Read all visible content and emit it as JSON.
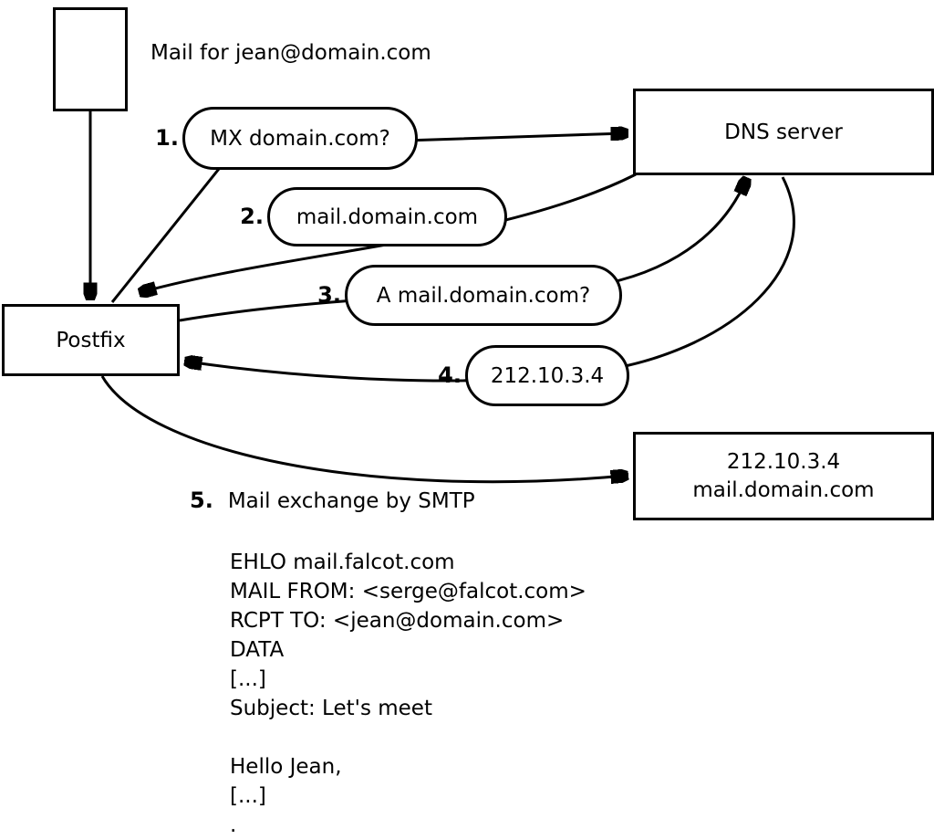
{
  "diagram": {
    "mail_label": "Mail for jean@domain.com",
    "postfix_label": "Postfix",
    "dns_label": "DNS server",
    "target_box": {
      "line1": "212.10.3.4",
      "line2": "mail.domain.com"
    },
    "steps": [
      {
        "num": "1.",
        "label": "MX domain.com?"
      },
      {
        "num": "2.",
        "label": "mail.domain.com"
      },
      {
        "num": "3.",
        "label": "A mail.domain.com?"
      },
      {
        "num": "4.",
        "label": "212.10.3.4"
      }
    ],
    "step5": {
      "num": "5.",
      "label": "Mail exchange by SMTP"
    },
    "smtp_session": [
      "EHLO mail.falcot.com",
      "MAIL FROM: <serge@falcot.com>",
      "RCPT TO: <jean@domain.com>",
      "DATA",
      "[...]",
      "Subject: Let's meet",
      "",
      "Hello Jean,",
      "[...]",
      "."
    ]
  },
  "colors": {
    "stroke": "#000000",
    "fill": "#ffffff"
  }
}
